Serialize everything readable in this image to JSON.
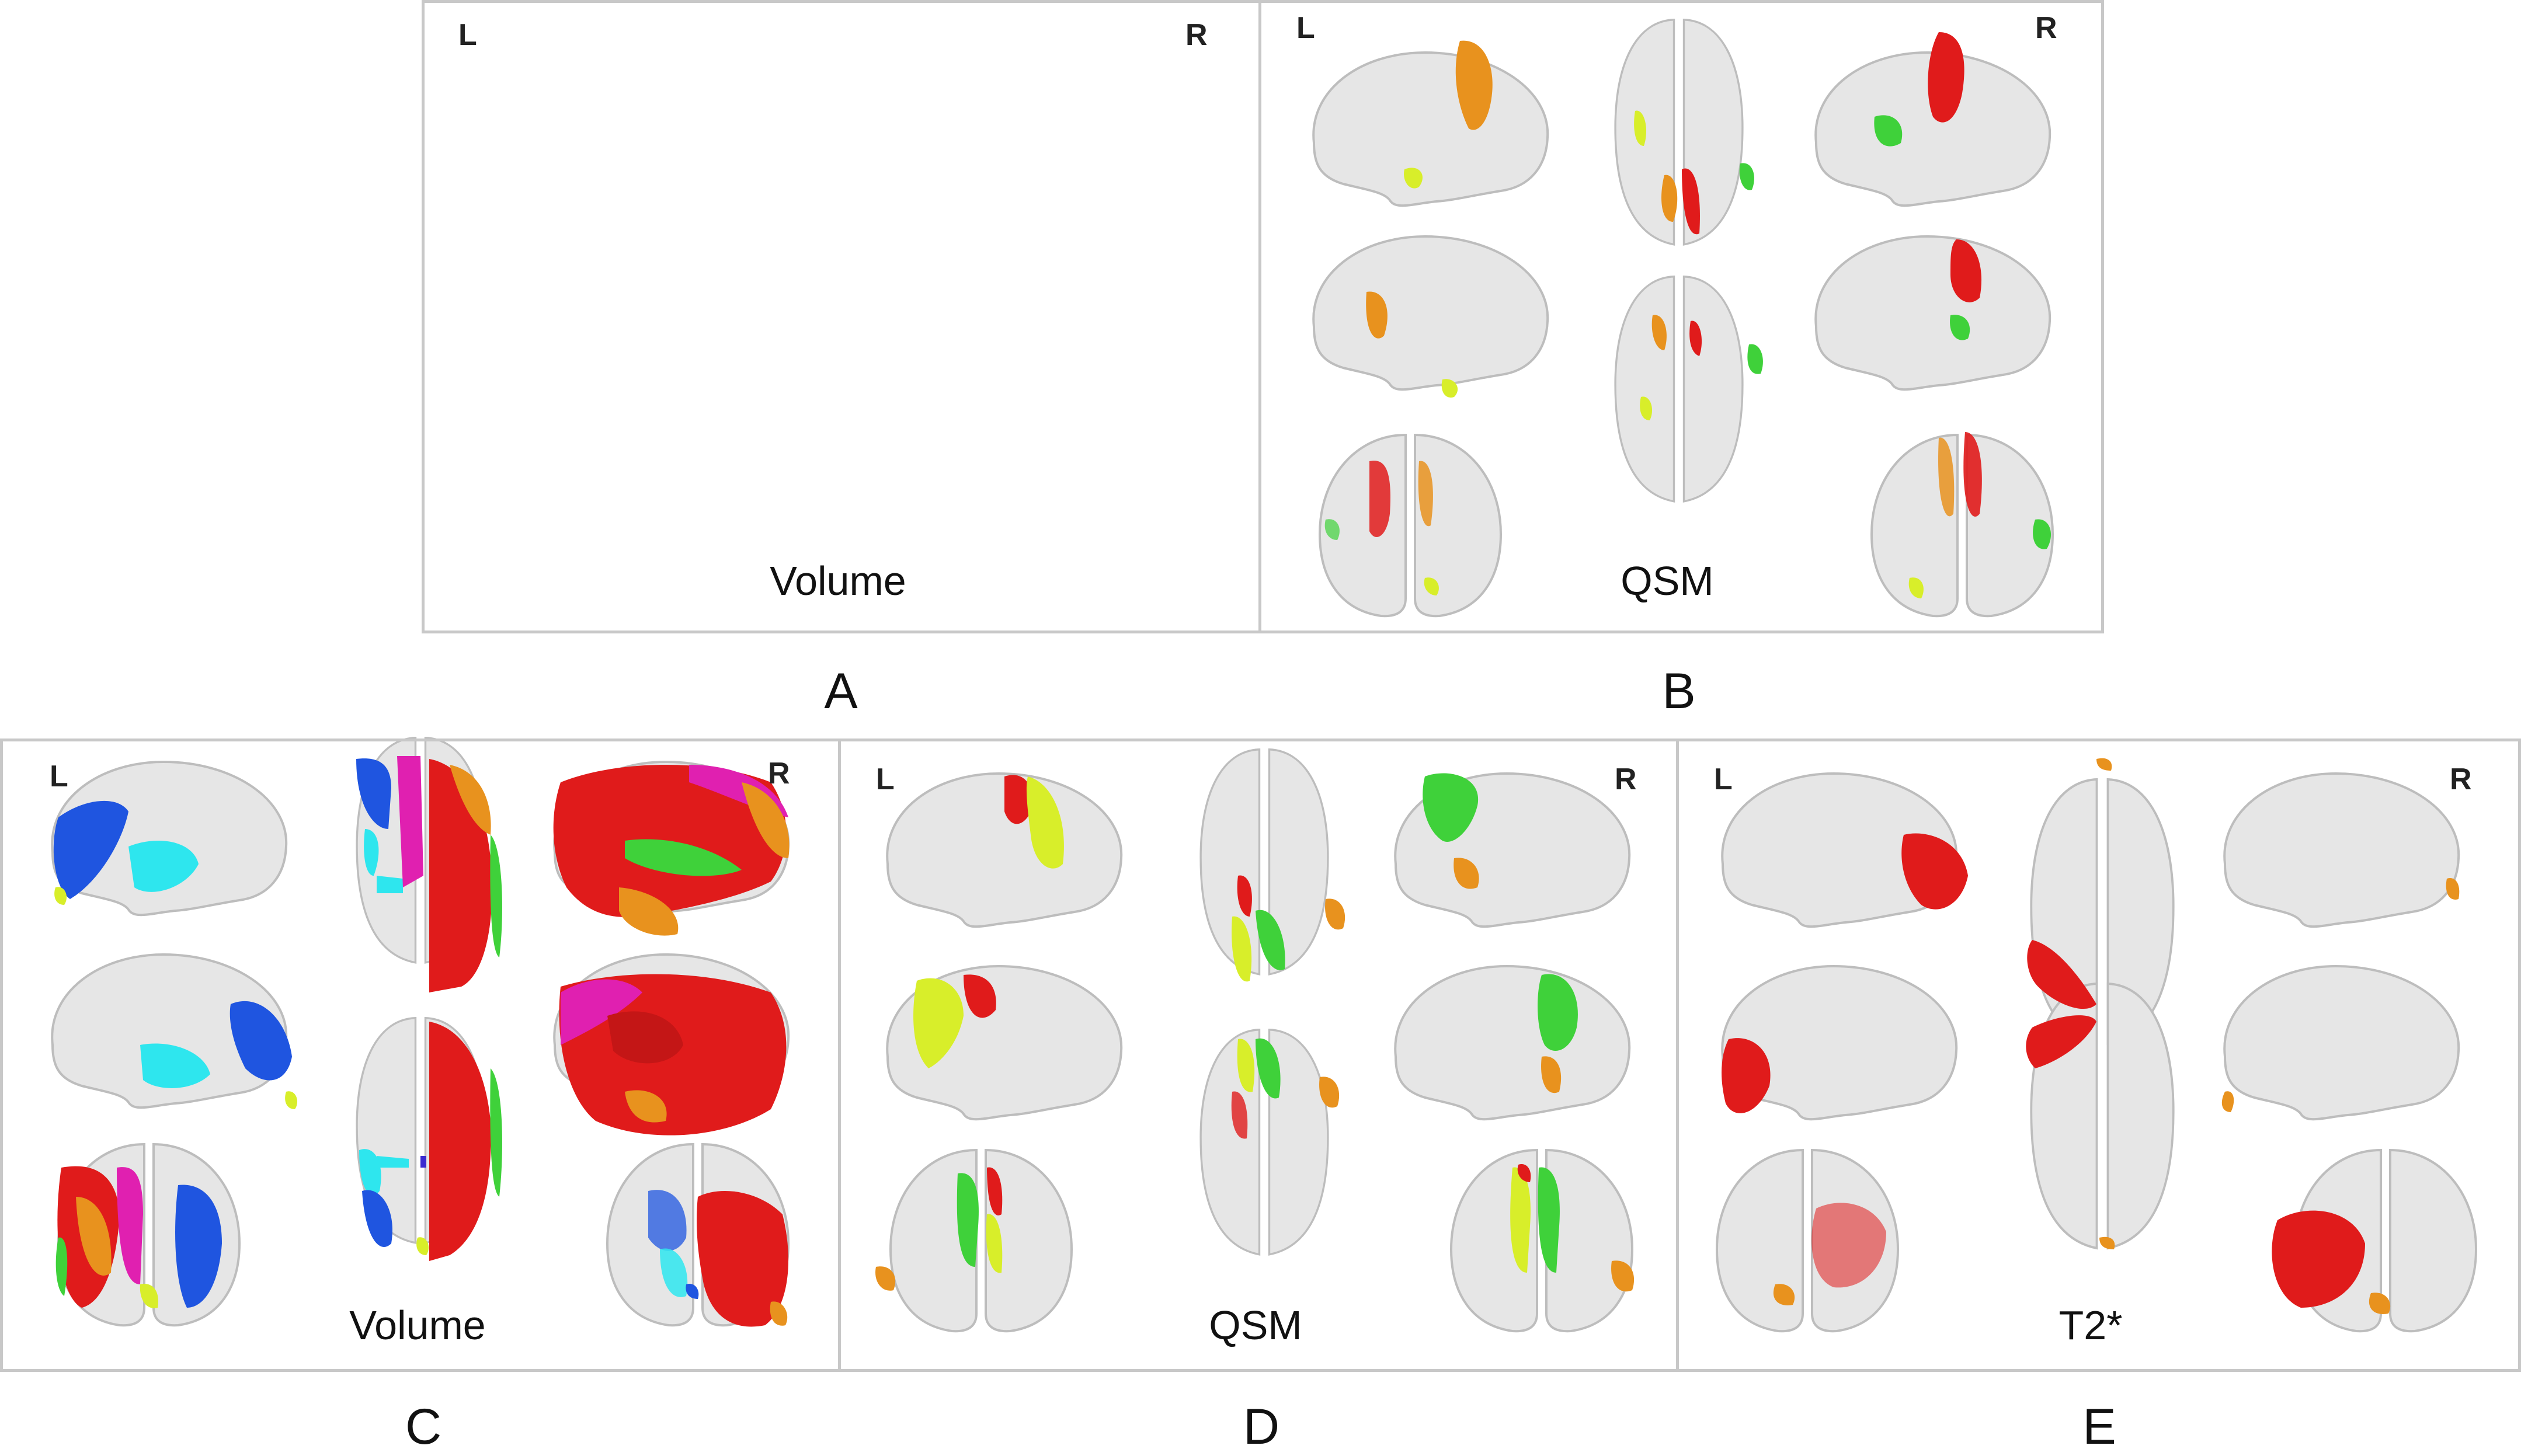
{
  "panels": [
    {
      "id": "A",
      "modality": "Volume",
      "left_marker": "L",
      "right_marker": "R"
    },
    {
      "id": "B",
      "modality": "QSM",
      "left_marker": "L",
      "right_marker": "R"
    },
    {
      "id": "C",
      "modality": "Volume",
      "left_marker": "L",
      "right_marker": "R"
    },
    {
      "id": "D",
      "modality": "QSM",
      "left_marker": "L",
      "right_marker": "R"
    },
    {
      "id": "E",
      "modality": "T2*",
      "left_marker": "L",
      "right_marker": "R"
    }
  ],
  "colors": {
    "brain_fill": "#e6e6e6",
    "brain_stroke": "#bdbdbd",
    "panel_border": "#c8c8c8",
    "red": "#e01b1b",
    "orange": "#e8921e",
    "green": "#3fd13a",
    "seafoam": "#4fdc8a",
    "cyan": "#2ee6ee",
    "blue": "#1f55e0",
    "purple": "#8a2be2",
    "magenta": "#e020b0",
    "yellow": "#d8ee2a"
  }
}
